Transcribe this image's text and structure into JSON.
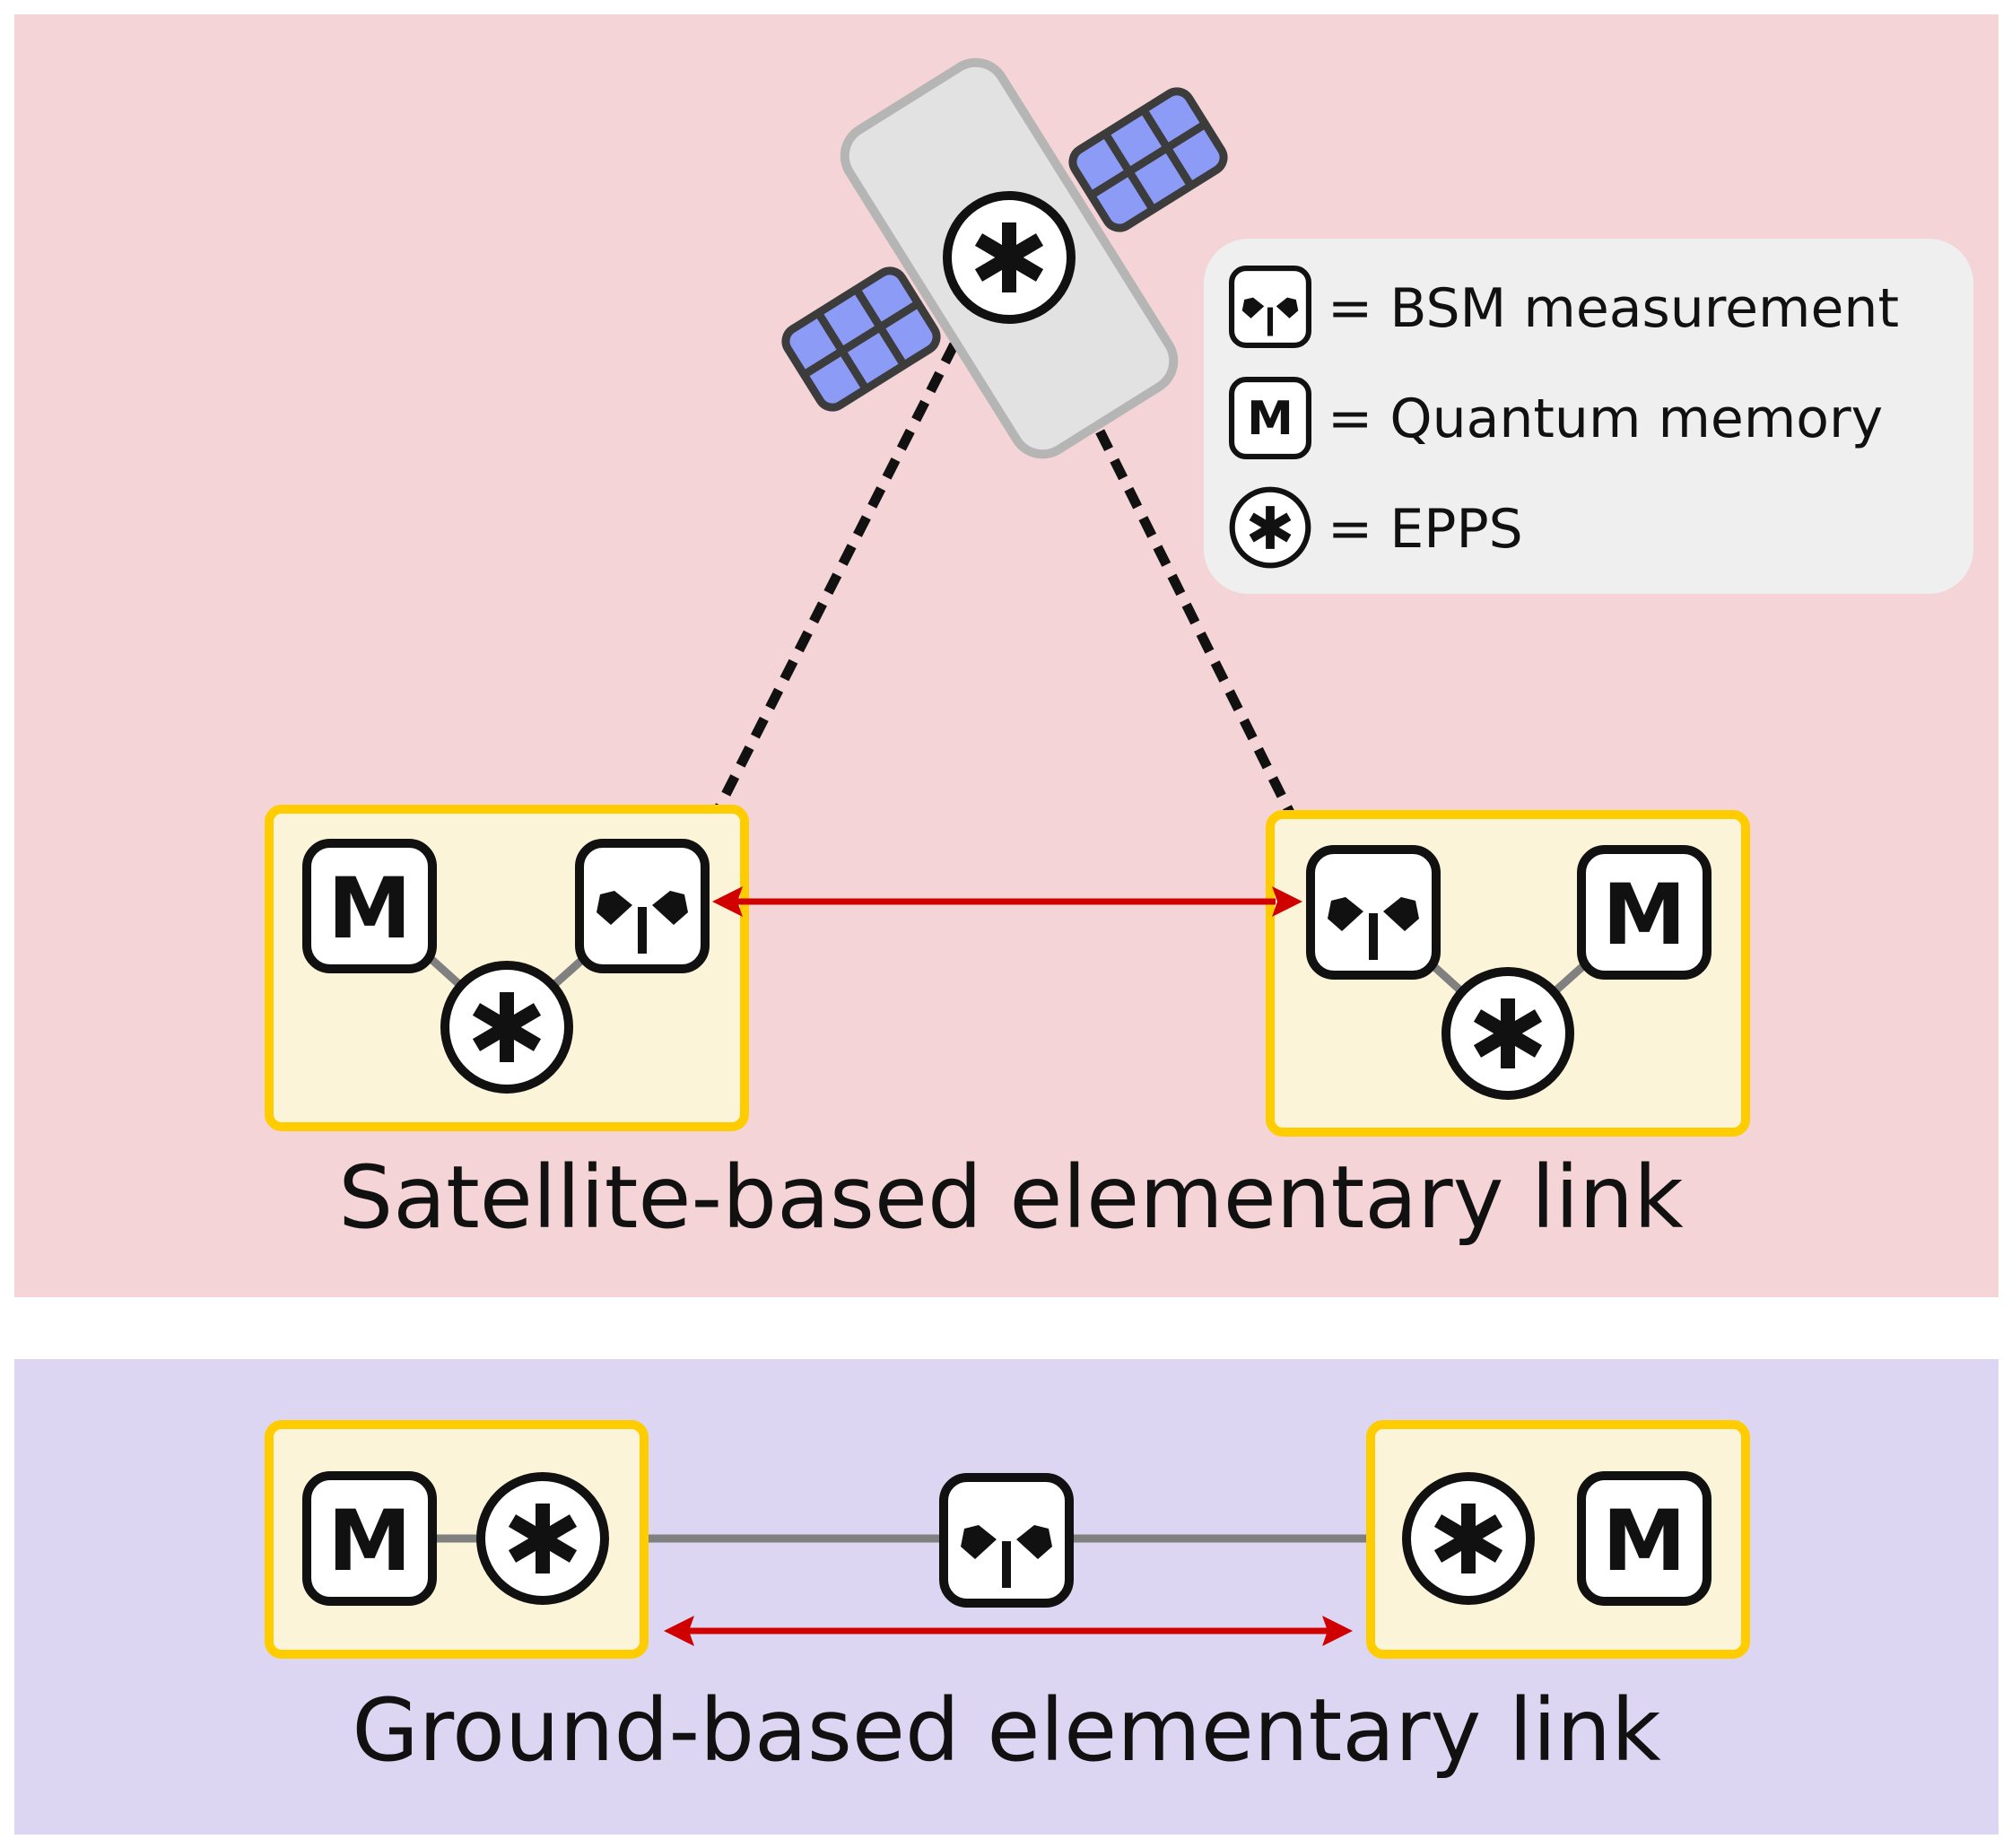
{
  "colors": {
    "satellite_panel_bg": "#f4d4d6",
    "ground_panel_bg": "#dcd6f2",
    "node_fill": "#fcf4d8",
    "node_border": "#ffcc00",
    "link_arrow": "#d00000",
    "satellite_body": "#e2e2e2",
    "satellite_body_border": "#b5b5b5",
    "solar_panel": "#8c9cf6",
    "legend_bg": "#efefef"
  },
  "legend": {
    "items": [
      {
        "symbol": "bsm-icon",
        "label": "= BSM measurement"
      },
      {
        "symbol": "memory-icon",
        "label": "= Quantum memory"
      },
      {
        "symbol": "epps-icon",
        "label": "= EPPS"
      }
    ]
  },
  "memory_letter": "M",
  "satellite_section": {
    "caption": "Satellite-based elementary link"
  },
  "ground_section": {
    "caption": "Ground-based elementary link"
  }
}
